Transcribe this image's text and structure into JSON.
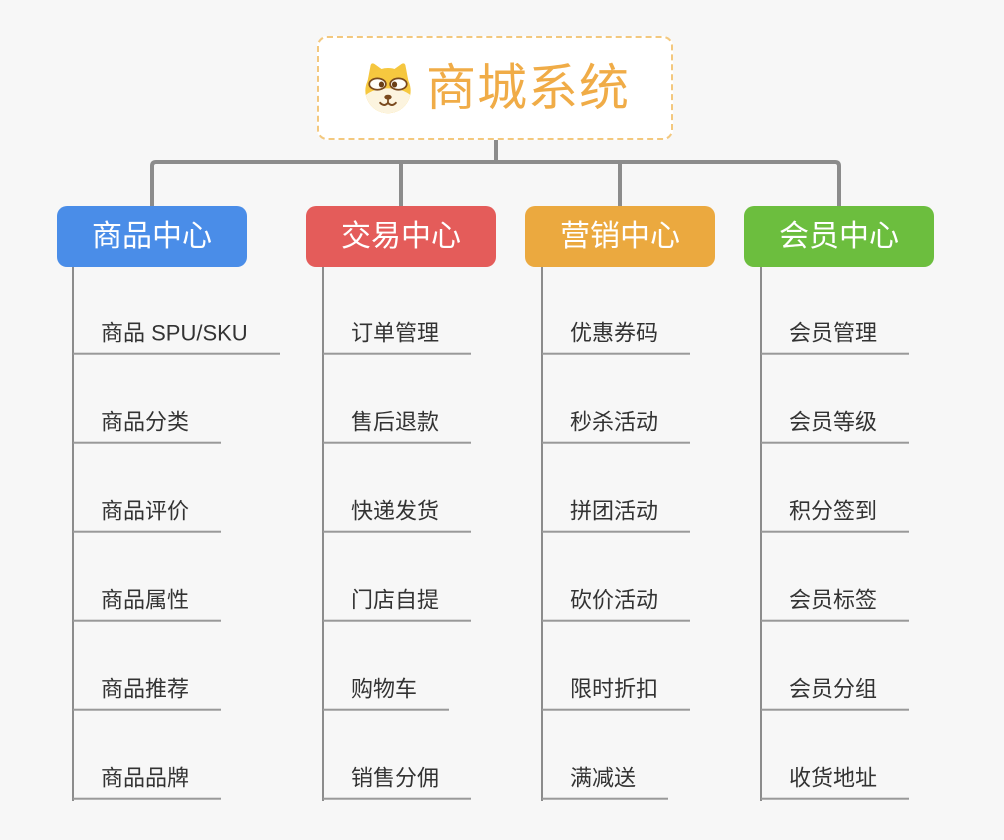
{
  "root": {
    "title": "商城系统",
    "icon": "shiba-dog-icon"
  },
  "branches": [
    {
      "label": "商品中心",
      "color": "#4a8de8",
      "items": [
        "商品 SPU/SKU",
        "商品分类",
        "商品评价",
        "商品属性",
        "商品推荐",
        "商品品牌"
      ]
    },
    {
      "label": "交易中心",
      "color": "#e45c5a",
      "items": [
        "订单管理",
        "售后退款",
        "快递发货",
        "门店自提",
        "购物车",
        "销售分佣"
      ]
    },
    {
      "label": "营销中心",
      "color": "#eba93f",
      "items": [
        "优惠券码",
        "秒杀活动",
        "拼团活动",
        "砍价活动",
        "限时折扣",
        "满减送"
      ]
    },
    {
      "label": "会员中心",
      "color": "#6cbe3e",
      "items": [
        "会员管理",
        "会员等级",
        "积分签到",
        "会员标签",
        "会员分组",
        "收货地址"
      ]
    }
  ],
  "colors": {
    "background": "#f7f7f7",
    "connector": "#8c8c8c",
    "leaf_underline": "#999999",
    "leaf_text": "#333333",
    "root_text": "#f0ac47",
    "root_border": "#f3c87e",
    "branch_text": "#ffffff"
  }
}
